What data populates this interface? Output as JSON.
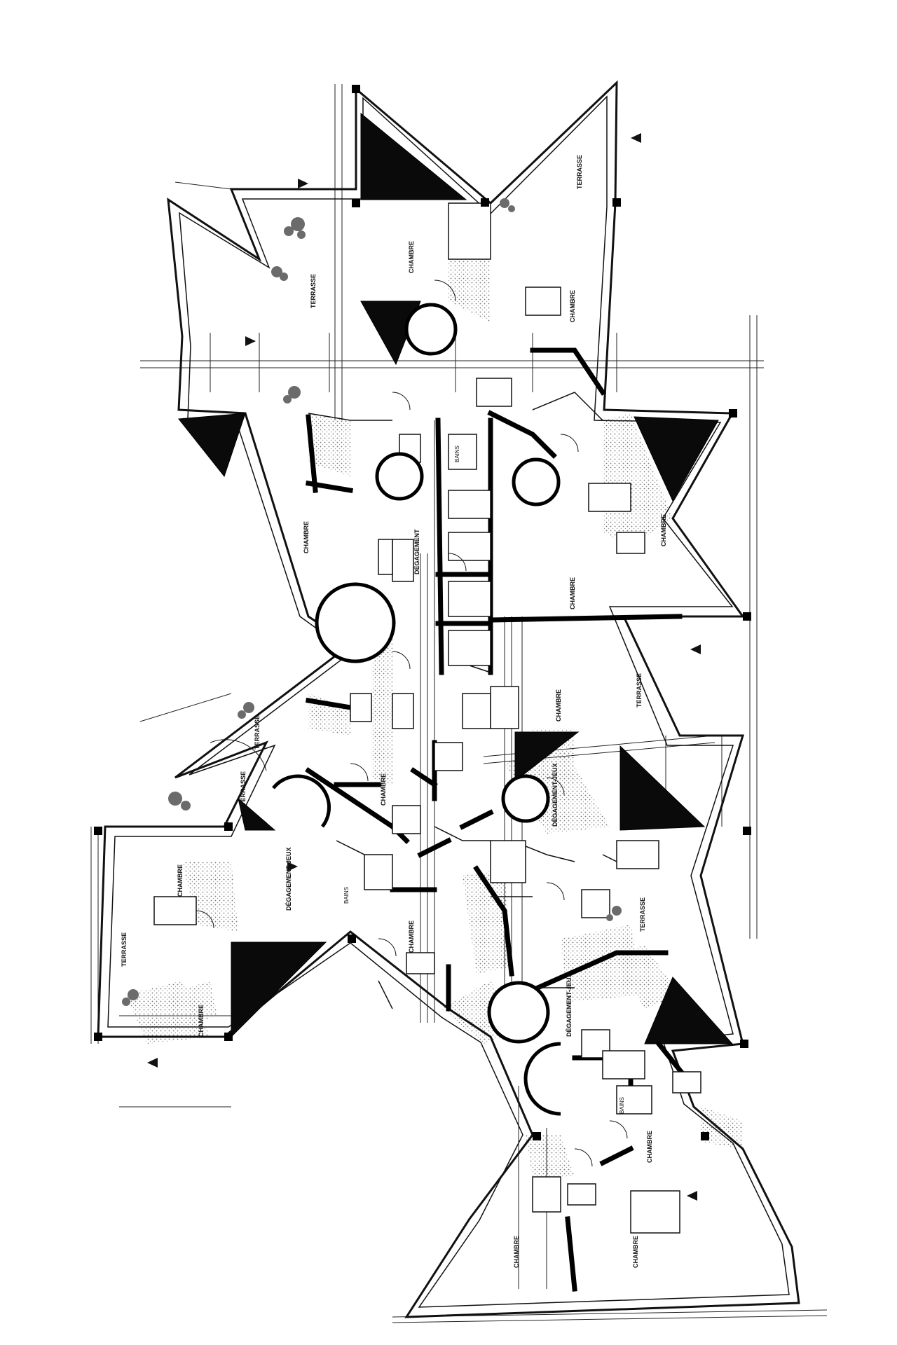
{
  "document": {
    "type": "architectural-floor-plan"
  },
  "rooms": {
    "terrasse_a": "TERRASSE",
    "terrasse_b": "TERRASSE",
    "terrasse_c": "TERRASSE",
    "terrasse_d": "TERRASSE",
    "terrasse_e": "TERRASSE",
    "terrasse_f": "TERRASSE",
    "chambre_a": "CHAMBRE",
    "chambre_b": "CHAMBRE",
    "chambre_c": "CHAMBRE",
    "chambre_d": "CHAMBRE",
    "chambre_e": "CHAMBRE",
    "chambre_f": "CHAMBRE",
    "chambre_g": "CHAMBRE",
    "chambre_h": "CHAMBRE",
    "chambre_i": "CHAMBRE",
    "chambre_j": "CHAMBRE",
    "degagement_a": "DÉGAGEMENT-JEUX",
    "degagement_b": "DÉGAGEMENT-JEUX",
    "degagement_c": "DÉGAGEMENT-JEUX",
    "degagement_d": "DÉGAGEMENT",
    "bains_a": "BAINS",
    "bains_b": "BAINS",
    "bains_c": "BAINS"
  }
}
